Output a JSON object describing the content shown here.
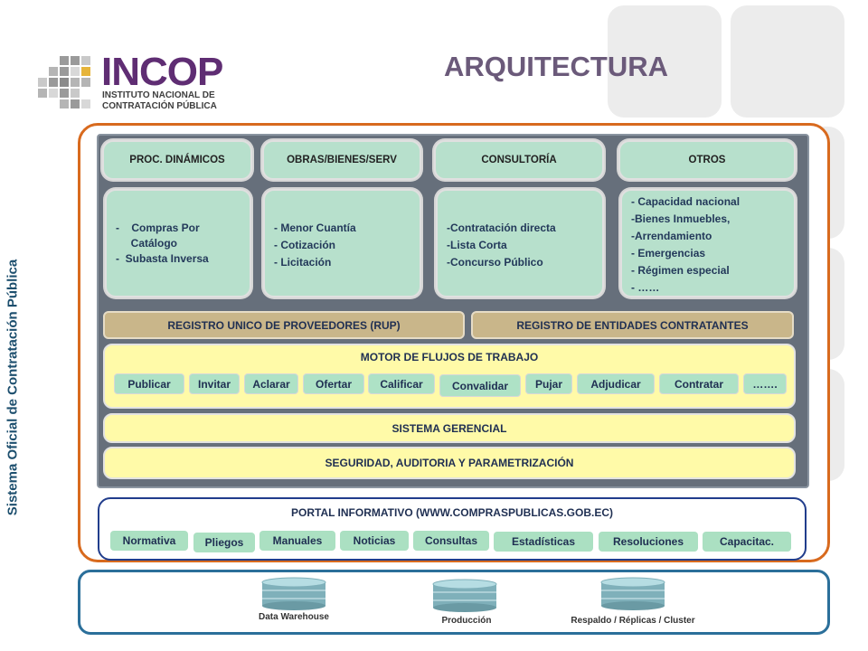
{
  "title": "ARQUITECTURA",
  "logo": {
    "name": "INCOP",
    "line1": "INSTITUTO NACIONAL DE",
    "line2": "CONTRATACIÓN PÚBLICA"
  },
  "side_label": "Sistema Oficial de Contratación Pública",
  "columns": [
    {
      "header": "PROC. DINÁMICOS",
      "items": [
        "-    Compras Por",
        "     Catálogo",
        "-  Subasta Inversa"
      ]
    },
    {
      "header": "OBRAS/BIENES/SERV",
      "items": [
        "- Menor Cuantía",
        "- Cotización",
        "- Licitación"
      ]
    },
    {
      "header": "CONSULTORÍA",
      "items": [
        "-Contratación directa",
        "-Lista Corta",
        "-Concurso Público"
      ]
    },
    {
      "header": "OTROS",
      "items": [
        "- Capacidad nacional",
        "-Bienes Inmuebles,",
        "-Arrendamiento",
        "- Emergencias",
        "- Régimen especial",
        "- ……"
      ]
    }
  ],
  "registries": [
    "REGISTRO UNICO DE PROVEEDORES (RUP)",
    "REGISTRO DE ENTIDADES CONTRATANTES"
  ],
  "motor": {
    "title": "MOTOR DE FLUJOS DE TRABAJO",
    "steps": [
      "Publicar",
      "Invitar",
      "Aclarar",
      "Ofertar",
      "Calificar",
      "Convalidar",
      "Pujar",
      "Adjudicar",
      "Contratar",
      "……."
    ]
  },
  "sistema_gerencial": "SISTEMA GERENCIAL",
  "seguridad": "SEGURIDAD, AUDITORIA Y PARAMETRIZACIÓN",
  "portal": {
    "title": "PORTAL INFORMATIVO (WWW.COMPRASPUBLICAS.GOB.EC)",
    "items": [
      "Normativa",
      "Pliegos",
      "Manuales",
      "Noticias",
      "Consultas",
      "Estadísticas",
      "Resoluciones",
      "Capacitac."
    ]
  },
  "databases": [
    "Data Warehouse",
    "Producción",
    "Respaldo  / Réplicas  / Cluster"
  ],
  "colors": {
    "title": "#6b5a7a",
    "frame": "#d86a1e",
    "mint": "#b7e0cc",
    "yellow": "#fffaa8",
    "tan": "#c9b68a",
    "portal_border": "#213d8c"
  }
}
